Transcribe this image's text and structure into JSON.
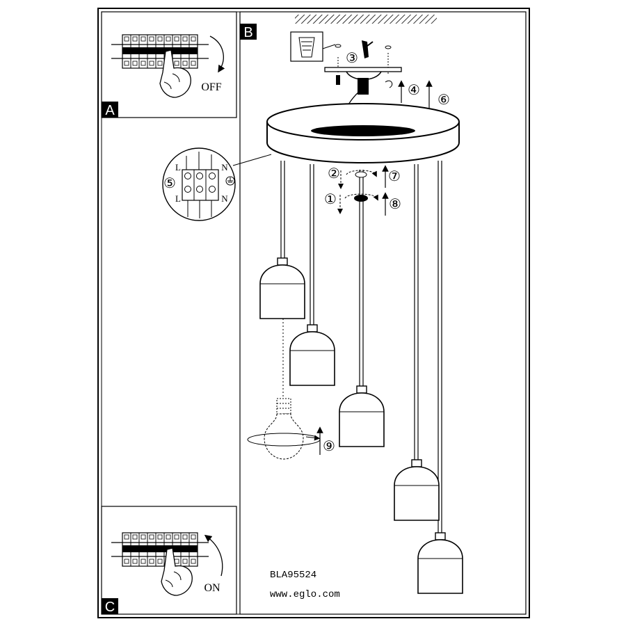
{
  "panels": {
    "a": {
      "label": "A",
      "switch_state": "OFF"
    },
    "b": {
      "label": "B"
    },
    "c": {
      "label": "C",
      "switch_state": "ON"
    }
  },
  "steps": [
    "①",
    "②",
    "③",
    "④",
    "⑤",
    "⑥",
    "⑦",
    "⑧",
    "⑨"
  ],
  "wiring": {
    "live_top": "L",
    "neutral_top": "N",
    "live_bottom": "L",
    "neutral_bottom": "N"
  },
  "footer": {
    "model": "BLA95524",
    "website": "www.eglo.com"
  },
  "icons": [
    "breaker-panel-icon",
    "hand-icon",
    "rotate-arrow-icon",
    "ground-icon",
    "light-bulb-icon",
    "wall-plug-icon",
    "screwdriver-icon"
  ]
}
